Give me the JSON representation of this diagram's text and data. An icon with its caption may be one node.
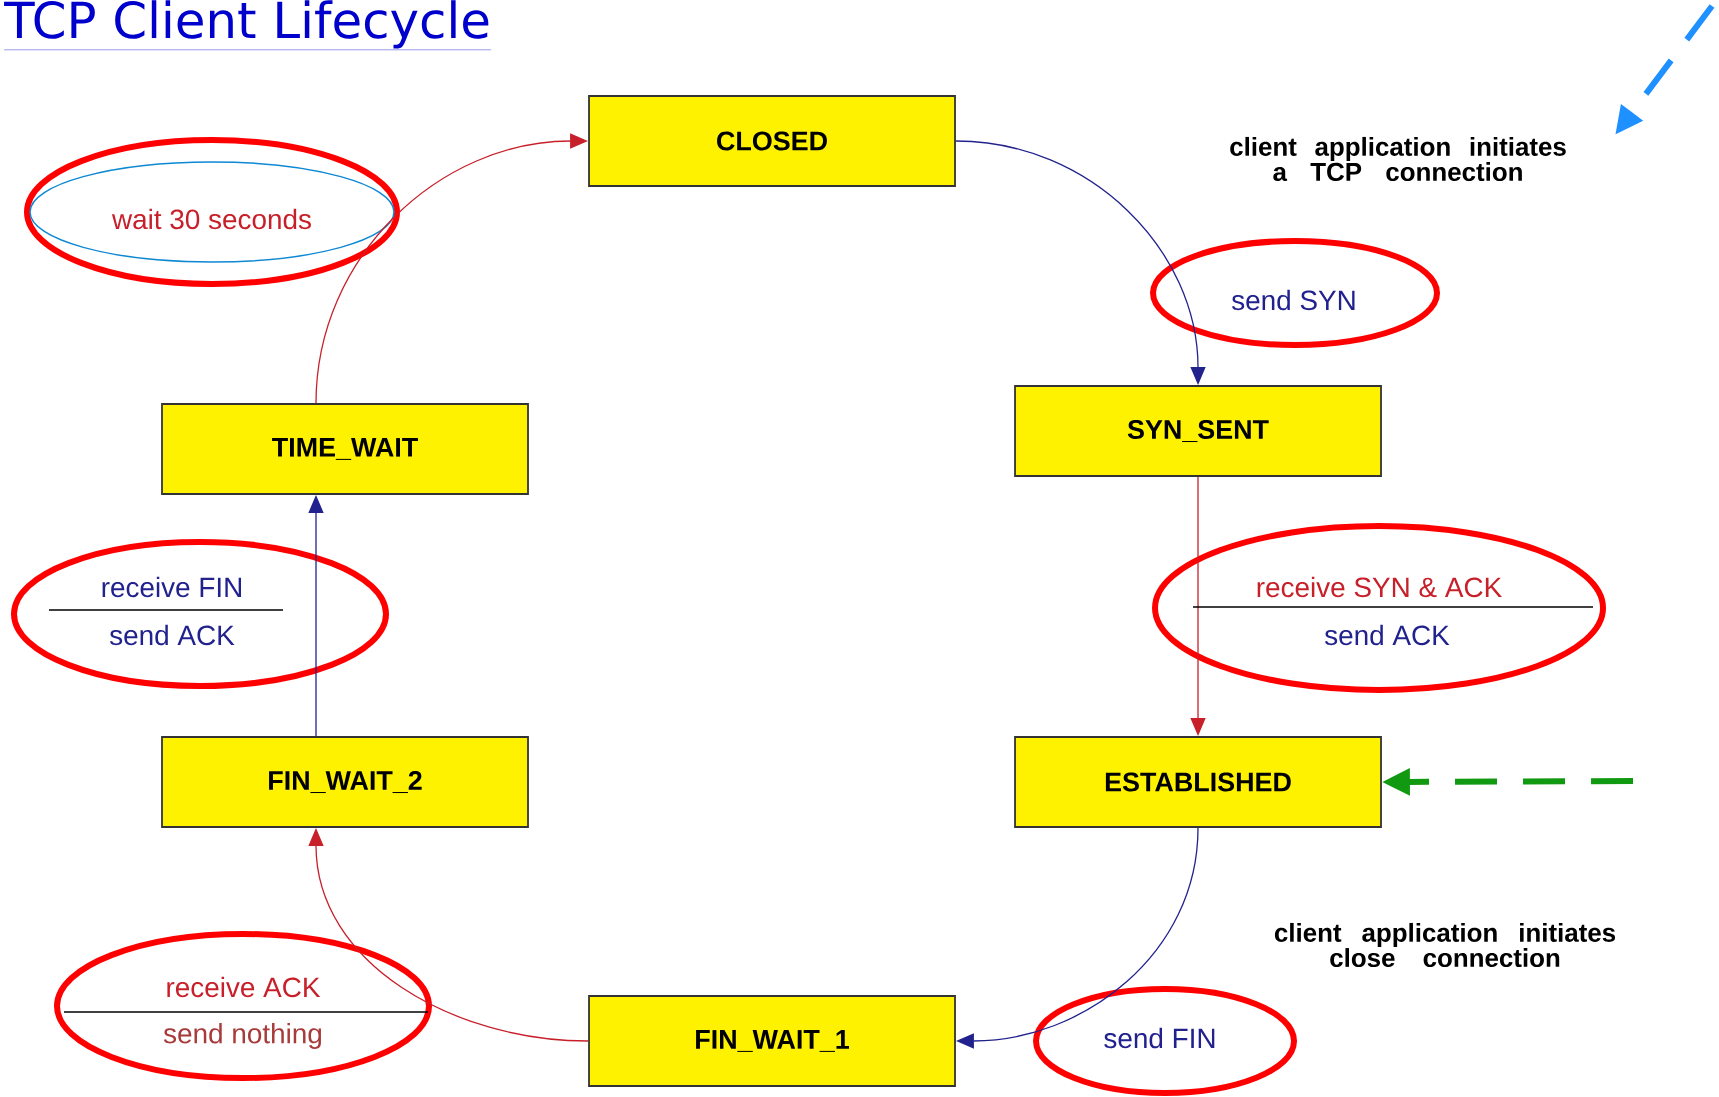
{
  "diagram": {
    "title": "TCP Client Lifecycle",
    "nodes": [
      {
        "text": [
          "CLOSED"
        ]
      },
      {
        "text": [
          "SYN_SENT"
        ]
      },
      {
        "text": [
          "ESTABLISHED"
        ]
      },
      {
        "text": [
          "FIN_WAIT_1"
        ]
      },
      {
        "text": [
          "FIN_WAIT_2"
        ]
      },
      {
        "text": [
          "TIME_WAIT"
        ]
      },
      {
        "text": [
          "client application initiates a TCP connection"
        ]
      }
    ],
    "edges": [
      {
        "from": 0,
        "to": 1,
        "arrow": "to",
        "label": "send SYN",
        "color": "#22228f"
      },
      {
        "from": 1,
        "to": 2,
        "arrow": "to",
        "label": "receive SYN & ACK",
        "color": "#c8202a"
      },
      {
        "from": 2,
        "to": 3,
        "arrow": "to",
        "label": "send FIN",
        "color": "#22228f"
      },
      {
        "from": 3,
        "to": 4,
        "arrow": "to",
        "label": "receive  ACK",
        "color": "#c8202a"
      },
      {
        "from": 4,
        "to": 5,
        "arrow": "to",
        "label": "receive FIN",
        "color": "#22228f"
      },
      {
        "from": 5,
        "to": 0,
        "arrow": "to",
        "label": "wait 30 seconds",
        "color": "#c8202a"
      },
      {
        "from": null,
        "to": 6,
        "arrow": "to",
        "style": "dashed",
        "color": "#1e90ff"
      },
      {
        "from": null,
        "to": 2,
        "arrow": "to",
        "style": "dashed",
        "color": "#119911"
      }
    ],
    "labels": [
      "send ACK",
      "send nothing",
      "send ACK",
      "client application initiates close connection"
    ]
  }
}
